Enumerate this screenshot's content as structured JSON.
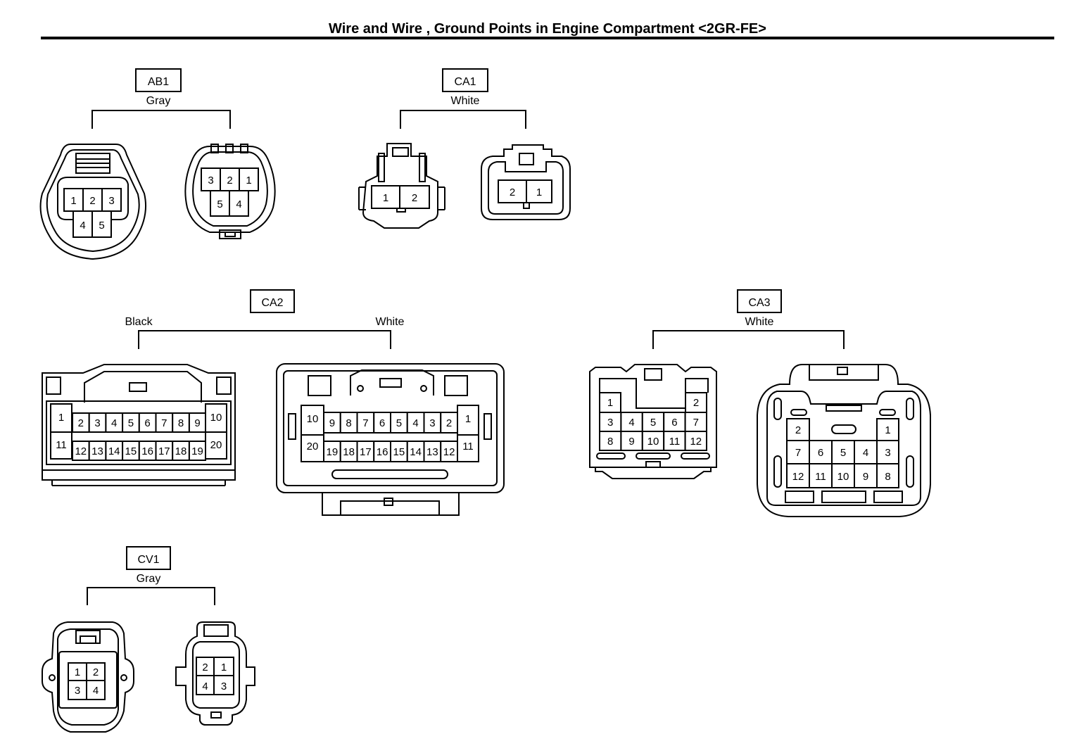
{
  "title": "Wire and Wire , Ground Points in Engine Compartment <2GR-FE>",
  "connectors": [
    {
      "code": "AB1",
      "colors": [
        "Gray"
      ],
      "left_pins": [
        "1",
        "2",
        "3",
        "4",
        "5"
      ],
      "right_pins": [
        "3",
        "2",
        "1",
        "5",
        "4"
      ]
    },
    {
      "code": "CA1",
      "colors": [
        "White"
      ],
      "left_pins": [
        "1",
        "2"
      ],
      "right_pins": [
        "2",
        "1"
      ]
    },
    {
      "code": "CA2",
      "colors": [
        "Black",
        "White"
      ],
      "left_pins": [
        "1",
        "2",
        "3",
        "4",
        "5",
        "6",
        "7",
        "8",
        "9",
        "10",
        "11",
        "12",
        "13",
        "14",
        "15",
        "16",
        "17",
        "18",
        "19",
        "20"
      ],
      "right_pins": [
        "10",
        "9",
        "8",
        "7",
        "6",
        "5",
        "4",
        "3",
        "2",
        "1",
        "20",
        "19",
        "18",
        "17",
        "16",
        "15",
        "14",
        "13",
        "12",
        "11"
      ]
    },
    {
      "code": "CA3",
      "colors": [
        "White"
      ],
      "left_pins": [
        "1",
        "2",
        "3",
        "4",
        "5",
        "6",
        "7",
        "8",
        "9",
        "10",
        "11",
        "12"
      ],
      "right_pins": [
        "2",
        "1",
        "7",
        "6",
        "5",
        "4",
        "3",
        "12",
        "11",
        "10",
        "9",
        "8"
      ]
    },
    {
      "code": "CV1",
      "colors": [
        "Gray"
      ],
      "left_pins": [
        "1",
        "2",
        "3",
        "4"
      ],
      "right_pins": [
        "2",
        "1",
        "4",
        "3"
      ]
    }
  ]
}
